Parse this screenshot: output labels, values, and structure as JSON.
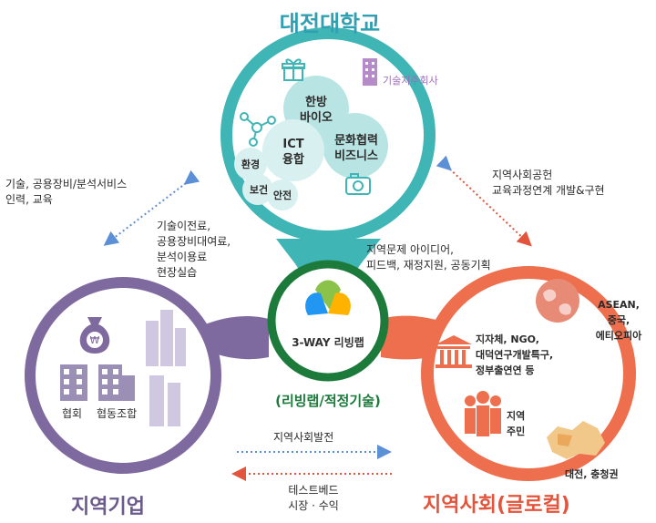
{
  "titles": {
    "university": "대전대학교",
    "enterprise": "지역기업",
    "community": "지역사회(글로컬)",
    "center": "(리빙랩/적정기술)"
  },
  "logo": {
    "text": "3-WAY 리빙랩"
  },
  "university_circles": {
    "top": [
      "한방",
      "바이오"
    ],
    "center": [
      "ICT",
      "융합"
    ],
    "right": [
      "문화협력",
      "비즈니스"
    ],
    "small": [
      "환경",
      "보건",
      "안전"
    ]
  },
  "labels": {
    "tech_holding": "기술지주회사",
    "left_top": [
      "기술, 공용장비/분석서비스",
      "인력, 교육"
    ],
    "left_mid": [
      "기술이전료,",
      "공용장비대여료,",
      "분석이용료",
      "현장실습"
    ],
    "right_top": [
      "지역사회공헌",
      "교육과정연계 개발&구현"
    ],
    "right_mid": [
      "지역문제 아이디어,",
      "피드백, 재정지원, 공동기획"
    ],
    "enterprise_buildings": [
      "협회",
      "협동조합"
    ],
    "community_org": [
      "지자체, NGO,",
      "대덕연구개발특구,",
      "정부출연연 등"
    ],
    "community_global": [
      "ASEAN,",
      "중국,",
      "에티오피아"
    ],
    "community_residents": [
      "지역",
      "주민"
    ],
    "community_region": "대전, 충청권",
    "bottom_dev": "지역사회발전",
    "bottom_test": [
      "테스트베드",
      "시장 · 수익"
    ]
  },
  "colors": {
    "teal": "#40b5b5",
    "teal_light": "#b8e5e3",
    "purple": "#7f6a9f",
    "orange": "#ee6f4e",
    "green": "#1c7a3a",
    "blue_text": "#2f9fb2"
  }
}
